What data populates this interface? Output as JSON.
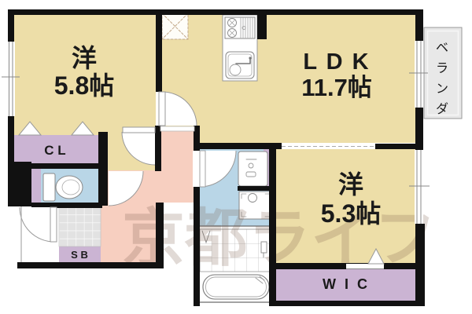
{
  "floorplan": {
    "title": "apartment-floorplan",
    "rooms": {
      "western1": {
        "name": "洋",
        "size": "5.8帖"
      },
      "ldk": {
        "name": "L D K",
        "size": "11.7帖"
      },
      "western2": {
        "name": "洋",
        "size": "5.3帖"
      },
      "closet": {
        "label": "C L"
      },
      "shoe_box": {
        "label": "S B"
      },
      "walk_in_closet": {
        "label": "W I C"
      },
      "veranda": {
        "label": "ベランダ",
        "chars": [
          "ベ",
          "ラ",
          "ン",
          "ダ"
        ]
      }
    },
    "fixtures": [
      "kitchen-sink",
      "gas-stove",
      "refrigerator-space",
      "toilet",
      "washbasin",
      "washing-machine-pan",
      "bathtub",
      "entrance-tiles"
    ],
    "watermark": "京都ライフ",
    "colors": {
      "room_beige": "#eddea8",
      "hallway_pink": "#f7cfc0",
      "water_blue": "#b9d6e7",
      "closet_lavender": "#cbb4d3",
      "wall_black": "#111111",
      "entrance_tile_gray": "#e2e2e2",
      "veranda_gray": "#e8e8e8"
    }
  }
}
